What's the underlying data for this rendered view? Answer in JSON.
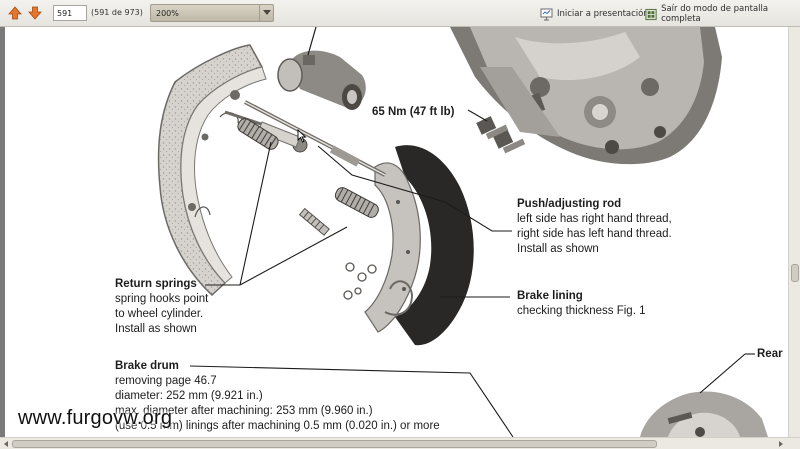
{
  "toolbar": {
    "page_input_value": "591",
    "page_count": "(591 de 973)",
    "zoom_value": "200%",
    "presentation_label": "Iniciar a presentación",
    "fullscreen_exit_label": "Saír do modo de pantalla completa"
  },
  "document": {
    "torque_label": "65 Nm (47 ft lb)",
    "push_rod": {
      "title": "Push/adjusting rod",
      "line1": "left side has right hand thread,",
      "line2": "right side has left hand thread.",
      "line3": "Install as shown"
    },
    "return_springs": {
      "title": "Return springs",
      "line1": "spring hooks point",
      "line2": "to wheel cylinder.",
      "line3": "Install as shown"
    },
    "brake_lining": {
      "title": "Brake lining",
      "line1": "checking thickness Fig. 1"
    },
    "brake_drum": {
      "title": "Brake drum",
      "line1": "removing page 46.7",
      "line2": "diameter: 252 mm (9.921 in.)",
      "line3": "max. diameter after machining: 253 mm (9.960 in.)",
      "line4": "(use 0.5 mm) linings after machining 0.5 mm (0.020 in.) or more"
    },
    "rear_label": "Rear",
    "watermark": "www.furgovw.org"
  }
}
